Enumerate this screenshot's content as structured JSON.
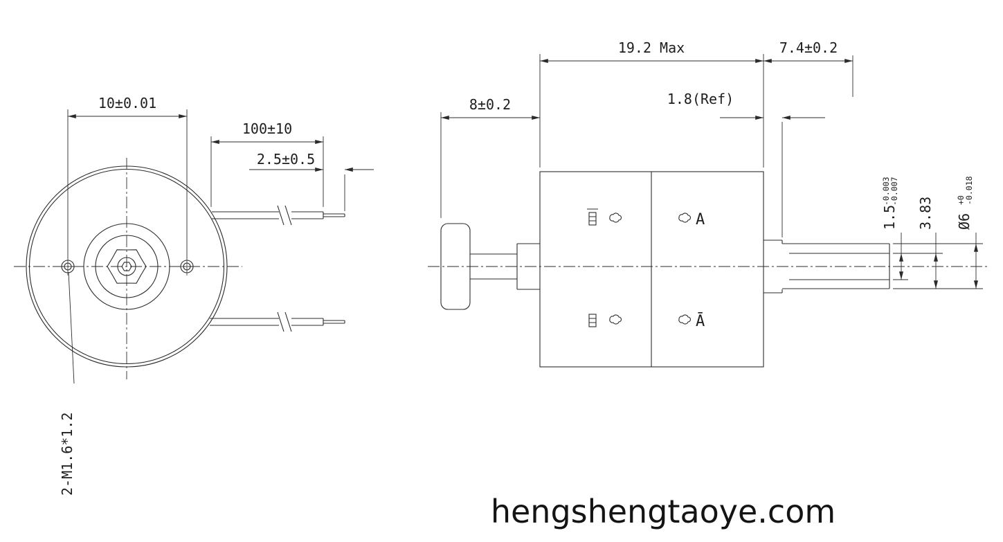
{
  "drawing": {
    "front_view": {
      "dim_hole_spacing": "10±0.01",
      "dim_lead_length": "100±10",
      "dim_lead_strip": "2.5±0.5",
      "thread_note": "2-M1.6*1.2"
    },
    "side_view": {
      "dim_body_length": "19.2 Max",
      "dim_front_shaft": "7.4±0.2",
      "dim_rear_boss": "8±0.2",
      "dim_pinion_ref": "1.8(Ref)",
      "dim_flat_main": "1.5",
      "dim_flat_tol_upper": "-0.003",
      "dim_flat_tol_lower": "-0.007",
      "dim_across_flats": "3.83",
      "dim_shaft_dia_main": "Ø6",
      "dim_shaft_dia_tol_upper": "+0",
      "dim_shaft_dia_tol_lower": "-0.018",
      "phase_a": "A",
      "phase_a_bar": "Ā"
    },
    "watermark": "hengshengtaoye.com"
  }
}
